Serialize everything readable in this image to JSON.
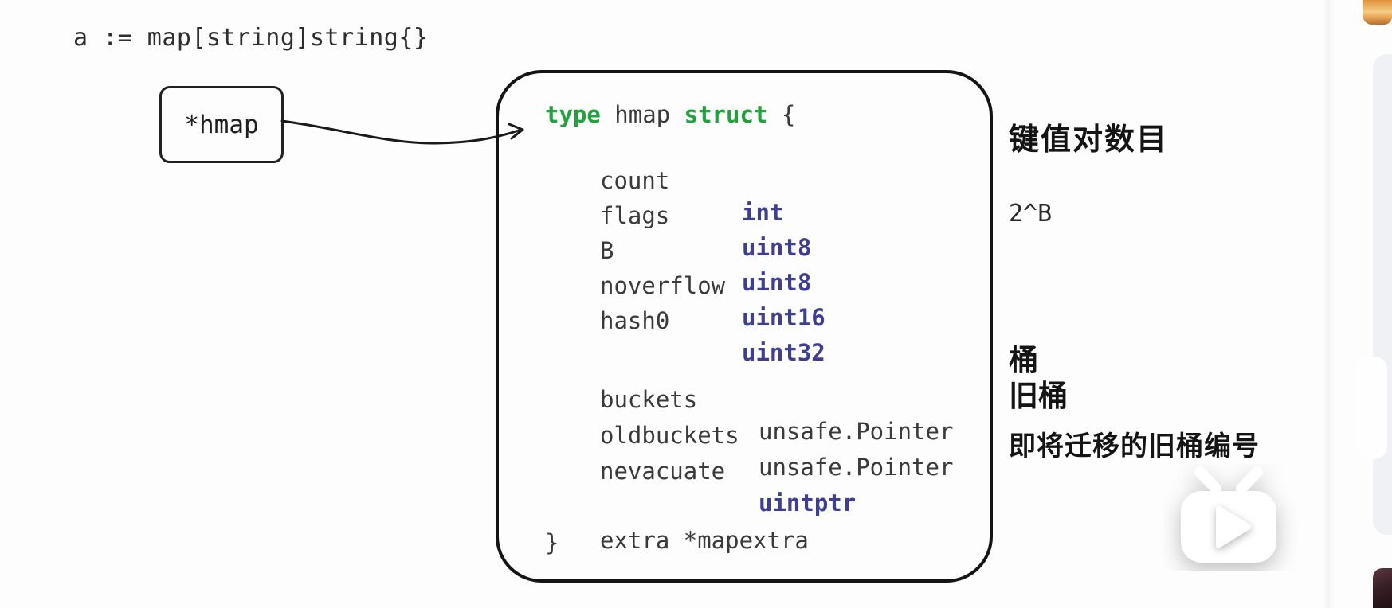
{
  "colors": {
    "keyword_green": "#1fa33c",
    "type_navy": "#3e3e95",
    "ink": "#3a3a3a",
    "panel_gray": "#f0f1f4",
    "banner_orange": "#d8923f",
    "thumbnail_maroon": "#3a2127"
  },
  "declaration": "a := map[string]string{}",
  "pointer_label": "*hmap",
  "struct_code": {
    "kw_type": "type",
    "type_name": " hmap ",
    "kw_struct": "struct",
    "open_brace": " {",
    "close_brace": "}",
    "fields": [
      {
        "name": "count",
        "type": "int"
      },
      {
        "name": "flags",
        "type": "uint8"
      },
      {
        "name": "B",
        "type": "uint8"
      },
      {
        "name": "noverflow",
        "type": "uint16"
      },
      {
        "name": "hash0",
        "type": "uint32"
      },
      {
        "name": "buckets",
        "type": "unsafe.Pointer"
      },
      {
        "name": "oldbuckets",
        "type": "unsafe.Pointer"
      },
      {
        "name": "nevacuate",
        "type": "uintptr"
      },
      {
        "name": "extra *mapextra",
        "type": ""
      }
    ]
  },
  "annotations": [
    {
      "text": "键值对数目"
    },
    {
      "text": "2^B"
    },
    {
      "text": "桶"
    },
    {
      "text": "旧桶"
    },
    {
      "text": "即将迁移的旧桶编号"
    }
  ],
  "watermark": {
    "icon": "tv-play-logo"
  }
}
